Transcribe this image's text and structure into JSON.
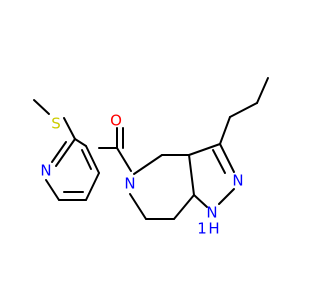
{
  "molecule": {
    "atoms": {
      "sulfur": {
        "symbol": "S",
        "color": "#cccc00"
      },
      "oxygen": {
        "symbol": "O",
        "color": "#ff0000"
      },
      "pyridine_n": {
        "symbol": "N",
        "color": "#0000ff"
      },
      "amide_n": {
        "symbol": "N",
        "color": "#0000ff"
      },
      "pyrazole_n": {
        "symbol": "N",
        "color": "#0000ff"
      },
      "pyrazole_nh": {
        "symbol": "N",
        "color": "#0000ff"
      },
      "nh_h": {
        "symbol": "H",
        "color": "#0000ff"
      },
      "nh_1": {
        "symbol": "1",
        "color": "#0000ff"
      }
    }
  }
}
